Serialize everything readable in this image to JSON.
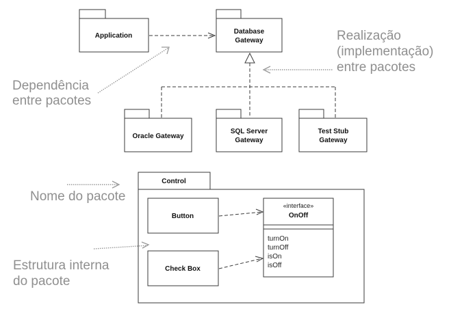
{
  "packages": {
    "application": "Application",
    "database_gateway": [
      "Database",
      "Gateway"
    ],
    "oracle_gateway": "Oracle Gateway",
    "sql_server_gateway": [
      "SQL Server",
      "Gateway"
    ],
    "test_stub_gateway": [
      "Test Stub",
      "Gateway"
    ],
    "control": "Control"
  },
  "control_contents": {
    "button": "Button",
    "check_box": "Check Box",
    "interface": {
      "stereotype": "«interface»",
      "name": "OnOff",
      "operations": [
        "turnOn",
        "turnOff",
        "isOn",
        "isOff"
      ]
    }
  },
  "annotations": {
    "dependency": [
      "Dependência",
      "entre pacotes"
    ],
    "realization": [
      "Realização",
      "(implementação)",
      "entre pacotes"
    ],
    "package_name": [
      "Nome do pacote"
    ],
    "internal_structure": [
      "Estrutura interna",
      "do pacote"
    ]
  },
  "colors": {
    "line": "#3a3a3a",
    "annotation": "#8f8f8f"
  }
}
